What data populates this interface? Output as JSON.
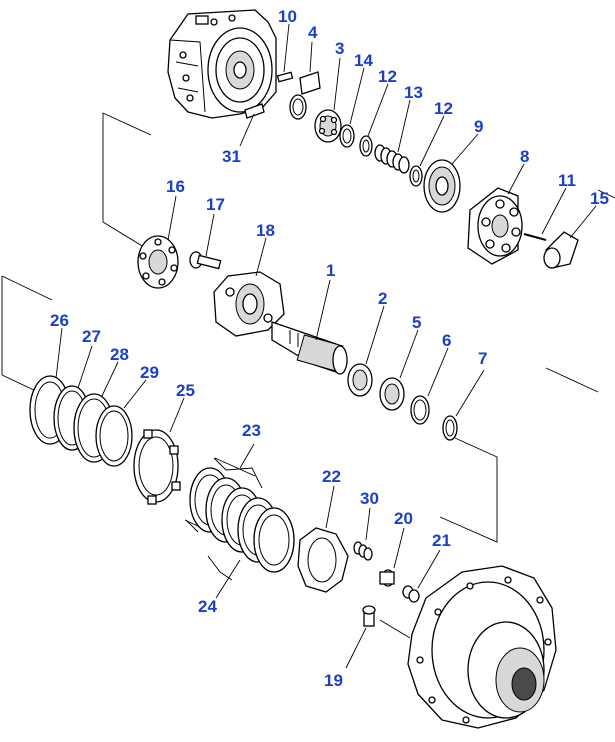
{
  "diagram": {
    "labels": [
      "10",
      "4",
      "3",
      "14",
      "12",
      "13",
      "12b",
      "9",
      "8",
      "11",
      "15",
      "31",
      "16",
      "17",
      "18",
      "1",
      "2",
      "5",
      "6",
      "7",
      "26",
      "27",
      "28",
      "29",
      "25",
      "23",
      "22",
      "30",
      "20",
      "21",
      "24",
      "19"
    ],
    "label_text": {
      "10": "10",
      "4": "4",
      "3": "3",
      "14": "14",
      "12": "12",
      "13": "13",
      "12b": "12",
      "9": "9",
      "8": "8",
      "11": "11",
      "15": "15",
      "31": "31",
      "16": "16",
      "17": "17",
      "18": "18",
      "1": "1",
      "2": "2",
      "5": "5",
      "6": "6",
      "7": "7",
      "26": "26",
      "27": "27",
      "28": "28",
      "29": "29",
      "25": "25",
      "23": "23",
      "22": "22",
      "30": "30",
      "20": "20",
      "21": "21",
      "24": "24",
      "19": "19"
    },
    "label_color": "#1a3fc8"
  }
}
